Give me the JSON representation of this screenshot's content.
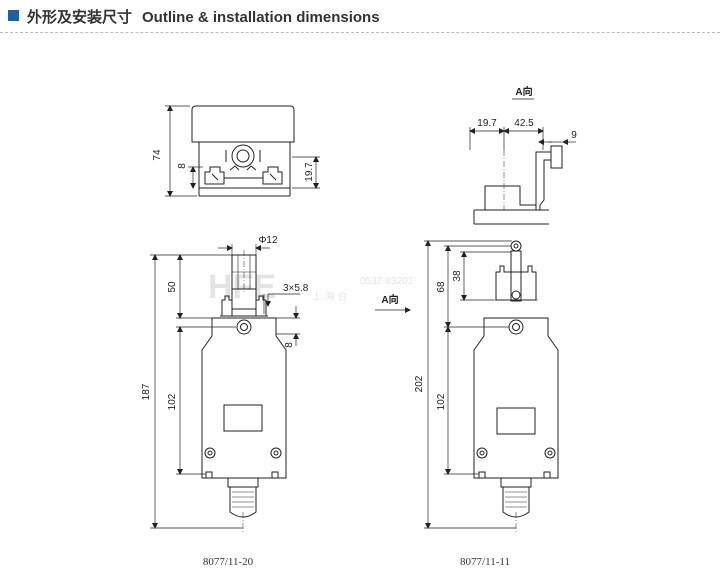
{
  "header": {
    "title_cn": "外形及安装尺寸",
    "title_en": "Outline & installation dimensions",
    "accent_color": "#1f5fa8"
  },
  "top_view": {
    "dim_74": "74",
    "dim_8": "8",
    "dim_19_7": "19.7"
  },
  "view_a": {
    "label": "A向",
    "dim_19_7": "19.7",
    "dim_42_5": "42.5",
    "dim_9": "9"
  },
  "left_drawing": {
    "dim_phi12": "Φ12",
    "dim_50": "50",
    "dim_3x5_8": "3×5.8",
    "dim_8": "8",
    "dim_187": "187",
    "dim_102": "102",
    "caption": "8077/11-20"
  },
  "right_drawing": {
    "arrow_label": "A向",
    "dim_38": "38",
    "dim_68": "68",
    "dim_202": "202",
    "dim_102": "102",
    "caption": "8077/11-11"
  },
  "watermark": {
    "phone": "0532-83201",
    "company": "上 海 合"
  }
}
